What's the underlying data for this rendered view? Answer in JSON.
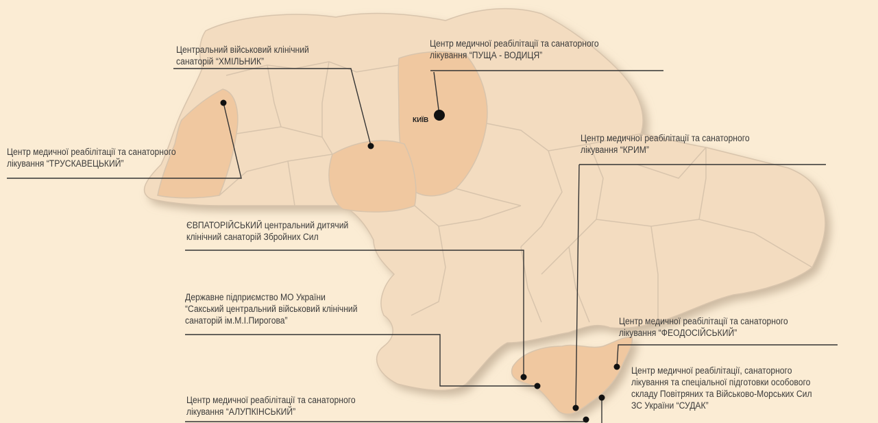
{
  "colors": {
    "background": "#fbecd4",
    "map_fill": "#f3dcc0",
    "highlight_fill": "#f0c8a0",
    "border": "#d8c4ac",
    "leader": "#333333",
    "dot": "#111111"
  },
  "capital": {
    "name": "КИЇВ"
  },
  "labels": {
    "khmilnyk": {
      "line1": "Центральний військовий клінічний",
      "line2": "санаторій “ХМІЛЬНИК”"
    },
    "pushcha": {
      "line1": "Центр медичної реабілітації та санаторного",
      "line2": "лікування “ПУЩА - ВОДИЦЯ”"
    },
    "truskavets": {
      "line1": "Центр медичної реабілітації та санаторного",
      "line2": "лікування “ТРУСКАВЕЦЬКИЙ”"
    },
    "krym": {
      "line1": "Центр медичної реабілітації та санаторного",
      "line2": "лікування “КРИМ”"
    },
    "yevpatoria": {
      "line1": "ЄВПАТОРІЙСЬКИЙ центральний  дитячий",
      "line2": "клінічний санаторій Збройних Сил"
    },
    "saky": {
      "line1": "Державне підприємство МО України",
      "line2": "“Сакський центральний військовий клінічний",
      "line3": "санаторій ім.М.І.Пирогова”"
    },
    "feodosia": {
      "line1": "Центр медичної реабілітації та санаторного",
      "line2": "лікування  “ФЕОДОСІЙСЬКИЙ”"
    },
    "sudak": {
      "line1": "Центр медичної реабілітації, санаторного",
      "line2": "лікування та спеціальної підготовки особового",
      "line3": "складу Повітряних та Військово-Морських Сил",
      "line4": "ЗС України “СУДАК”"
    },
    "alupka": {
      "line1": "Центр медичної реабілітації та санаторного",
      "line2": "лікування “АЛУПКІНСЬКИЙ”"
    }
  }
}
